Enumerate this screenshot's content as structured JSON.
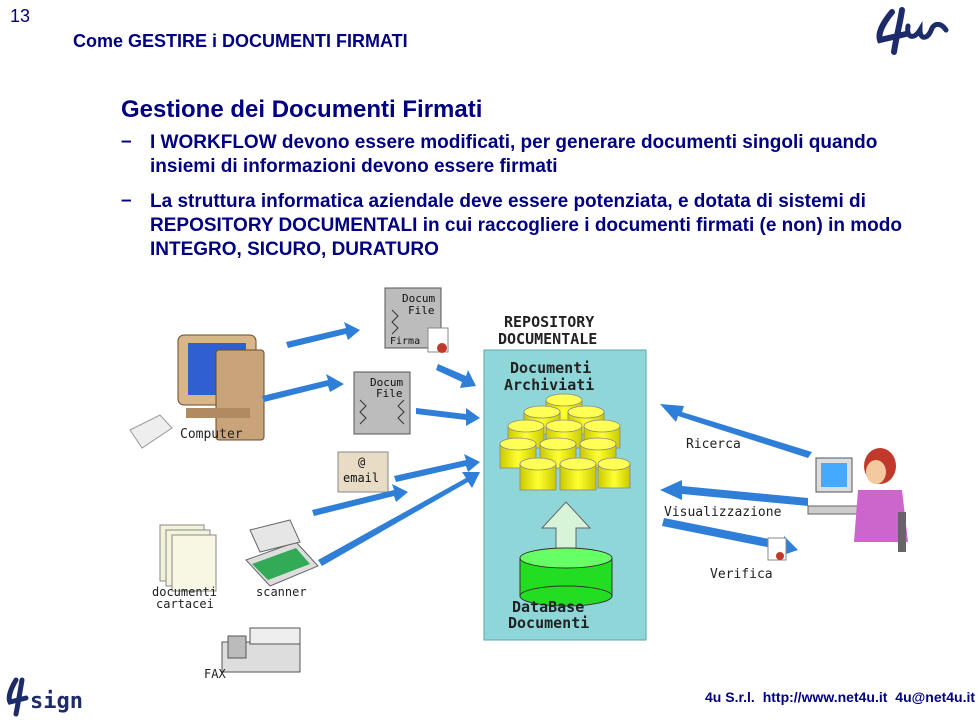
{
  "page_number": "13",
  "header_title": "Come GESTIRE i DOCUMENTI FIRMATI",
  "slide_title": "Gestione dei Documenti Firmati",
  "bullets": [
    "I WORKFLOW devono essere modificati, per generare documenti singoli quando insiemi di informazioni devono essere firmati",
    "La struttura informatica aziendale deve essere potenziata, e dotata di sistemi di REPOSITORY DOCUMENTALI in cui raccogliere i documenti firmati (e non) in modo INTEGRO, SICURO, DURATURO"
  ],
  "bullet_marker": "–",
  "diagram": {
    "repository_title_1": "REPOSITORY",
    "repository_title_2": "DOCUMENTALE",
    "archived_1": "Documenti",
    "archived_2": "Archiviati",
    "database_1": "DataBase",
    "database_2": "Documenti",
    "computer": "Computer",
    "docum_1": "Docum",
    "docum_file": "File",
    "firma": "Firma",
    "email_at": "@",
    "email": "email",
    "documenti_cartacei_1": "documenti",
    "documenti_cartacei_2": "cartacei",
    "scanner": "scanner",
    "fax": "FAX",
    "ricerca": "Ricerca",
    "visualizzazione": "Visualizzazione",
    "verifica": "Verifica"
  },
  "footer": {
    "company": "4u S.r.l.",
    "url": "http://www.net4u.it",
    "email": "4u@net4u.it"
  },
  "logos": {
    "top_right": "4u",
    "bottom_left": "4sign"
  },
  "colors": {
    "title": "#000080",
    "repo_bg": "#8fd6d8",
    "cylinder": "#ffff00",
    "arrow": "#2f7fd8"
  }
}
